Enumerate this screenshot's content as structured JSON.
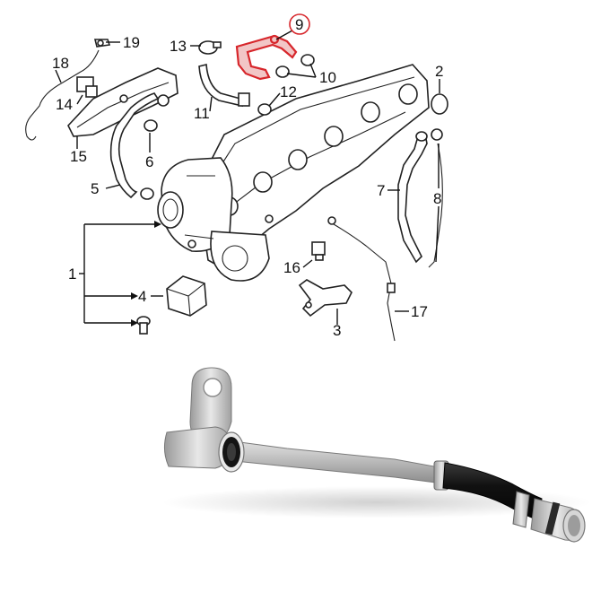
{
  "diagram": {
    "callouts": [
      {
        "id": "c19",
        "text": "19"
      },
      {
        "id": "c13",
        "text": "13"
      },
      {
        "id": "c9",
        "text": "9",
        "highlighted": true
      },
      {
        "id": "c18",
        "text": "18"
      },
      {
        "id": "c10",
        "text": "10"
      },
      {
        "id": "c2",
        "text": "2"
      },
      {
        "id": "c14",
        "text": "14"
      },
      {
        "id": "c12",
        "text": "12"
      },
      {
        "id": "c11",
        "text": "11"
      },
      {
        "id": "c15",
        "text": "15"
      },
      {
        "id": "c6",
        "text": "6"
      },
      {
        "id": "c5",
        "text": "5"
      },
      {
        "id": "c7",
        "text": "7"
      },
      {
        "id": "c8",
        "text": "8"
      },
      {
        "id": "c1",
        "text": "1"
      },
      {
        "id": "c16",
        "text": "16"
      },
      {
        "id": "c4",
        "text": "4"
      },
      {
        "id": "c17",
        "text": "17"
      },
      {
        "id": "c3",
        "text": "3"
      }
    ],
    "highlight_color": "#d7262b"
  },
  "photo": {
    "subject": "oil-feed-pipe"
  }
}
